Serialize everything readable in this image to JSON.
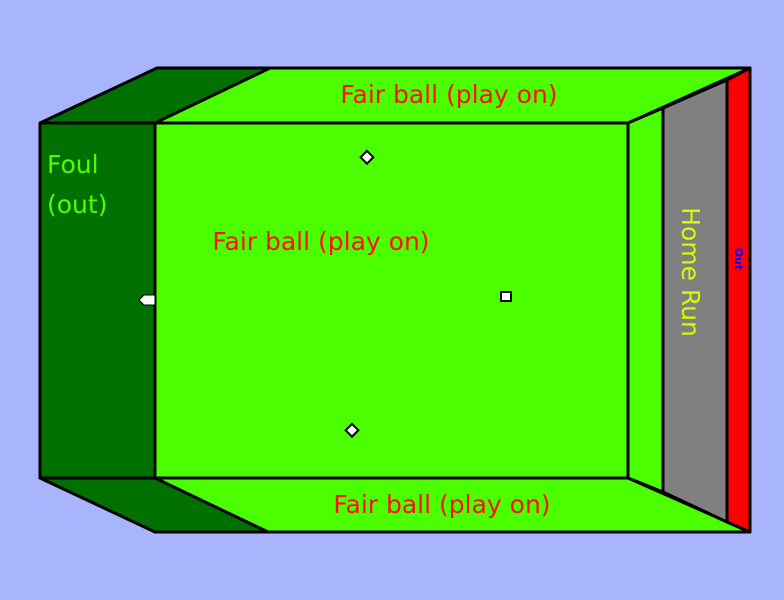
{
  "labels": {
    "fair_top": "Fair ball (play on)",
    "fair_center": "Fair ball (play on)",
    "fair_bottom": "Fair ball (play on)",
    "foul_line1": "Foul",
    "foul_line2": "(out)",
    "home_run": "Home Run",
    "out": "Out"
  },
  "colors": {
    "background": "#a8b4fc",
    "fair": "#4cff00",
    "foul": "#007000",
    "home_run": "#808080",
    "out": "#ff0000",
    "fair_text": "#ff1010",
    "foul_text": "#4cff00",
    "home_run_text": "#ccff00",
    "out_text": "#0000ff"
  }
}
